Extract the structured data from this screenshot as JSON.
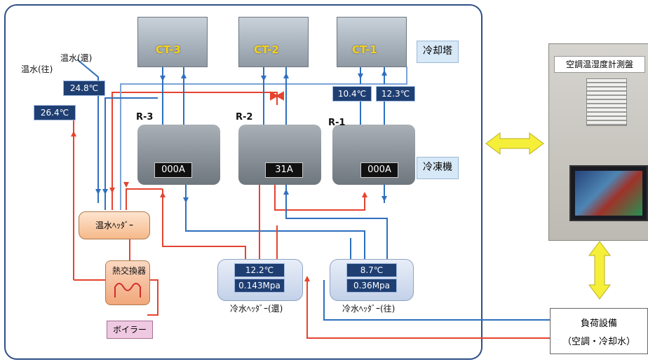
{
  "cooling_towers": [
    {
      "label": "CT-3"
    },
    {
      "label": "CT-2"
    },
    {
      "label": "CT-1"
    }
  ],
  "tags": {
    "cooling_tower": "冷却塔",
    "chiller": "冷凍機"
  },
  "chillers": [
    {
      "label": "R-3",
      "current": "000A"
    },
    {
      "label": "R-2",
      "current": "31A"
    },
    {
      "label": "R-1",
      "current": "000A"
    }
  ],
  "ct1_temps": {
    "supply": "10.4℃",
    "return": "12.3℃"
  },
  "hot_water": {
    "supply_label": "温水(往)",
    "return_label": "温水(還)",
    "supply_temp": "26.4℃",
    "return_temp": "24.8℃",
    "header_label": "温水ﾍｯﾀﾞｰ"
  },
  "heat_exchanger": {
    "label": "熱交換器"
  },
  "boiler": {
    "label": "ボイラー"
  },
  "chilled_return_header": {
    "temp": "12.2℃",
    "pressure": "0.143Mpa",
    "label": "冷水ﾍｯﾀﾞｰ(還)"
  },
  "chilled_supply_header": {
    "temp": "8.7℃",
    "pressure": "0.36Mpa",
    "label": "冷水ﾍｯﾀﾞｰ(往)"
  },
  "panel": {
    "title": "空調温湿度計測盤"
  },
  "load": {
    "line1": "負荷設備",
    "line2": "（空調・冷却水）"
  }
}
